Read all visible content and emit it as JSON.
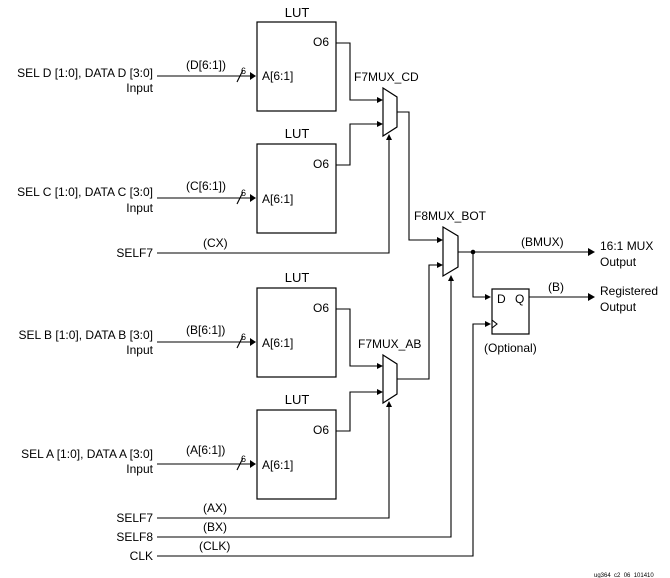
{
  "lut_title": "LUT",
  "lut_pin_a": "A[6:1]",
  "lut_pin_o6": "O6",
  "bus_width": "6",
  "inputs": {
    "d": {
      "line1": "SEL D [1:0], DATA D [3:0]",
      "line2": "Input",
      "bus": "(D[6:1])"
    },
    "c": {
      "line1": "SEL C [1:0], DATA C [3:0]",
      "line2": "Input",
      "bus": "(C[6:1])"
    },
    "b": {
      "line1": "SEL B [1:0], DATA B [3:0]",
      "line2": "Input",
      "bus": "(B[6:1])"
    },
    "a": {
      "line1": "SEL A [1:0], DATA A [3:0]",
      "line2": "Input",
      "bus": "(A[6:1])"
    }
  },
  "selects": {
    "self7_cx": {
      "label": "SELF7",
      "net": "(CX)"
    },
    "self7_ax": {
      "label": "SELF7",
      "net": "(AX)"
    },
    "self8": {
      "label": "SELF8",
      "net": "(BX)"
    },
    "clk": {
      "label": "CLK",
      "net": "(CLK)"
    }
  },
  "muxes": {
    "f7_cd": "F7MUX_CD",
    "f7_ab": "F7MUX_AB",
    "f8_bot": "F8MUX_BOT"
  },
  "outputs": {
    "bmux_net": "(BMUX)",
    "mux_line1": "16:1 MUX",
    "mux_line2": "Output",
    "b_net": "(B)",
    "reg_line1": "Registered",
    "reg_line2": "Output"
  },
  "flipflop": {
    "d": "D",
    "q": "Q",
    "note": "(Optional)"
  },
  "figure_id": "ug364_c2_06_101410"
}
